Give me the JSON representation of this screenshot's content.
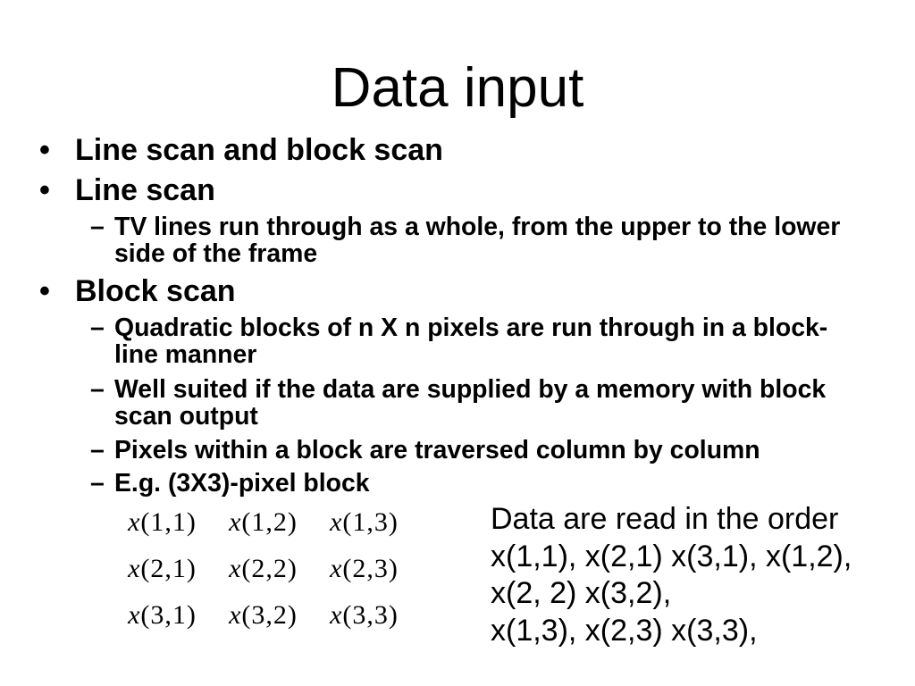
{
  "slide": {
    "title": "Data input",
    "bullet_marker": "•",
    "sub_marker": "–",
    "items": [
      {
        "text": "Line scan and block scan"
      },
      {
        "text": "Line scan",
        "sub": [
          "TV lines run through as a whole, from the upper to the lower side of the frame"
        ]
      },
      {
        "text": "Block scan",
        "sub": [
          "Quadratic blocks of n X n pixels are run through in a block-line manner",
          "Well suited if the data are supplied by a memory with block scan output",
          "Pixels within a block are traversed column by column",
          "E.g. (3X3)-pixel block"
        ]
      }
    ]
  },
  "matrix": {
    "variable": "x",
    "rows": [
      [
        "(1,1)",
        "(1,2)",
        "(1,3)"
      ],
      [
        "(2,1)",
        "(2,2)",
        "(2,3)"
      ],
      [
        "(3,1)",
        "(3,2)",
        "(3,3)"
      ]
    ]
  },
  "note": {
    "lines": [
      "Data are read in the order",
      "x(1,1), x(2,1) x(3,1), x(1,2),",
      "x(2, 2) x(3,2),",
      "x(1,3), x(2,3) x(3,3),"
    ]
  }
}
